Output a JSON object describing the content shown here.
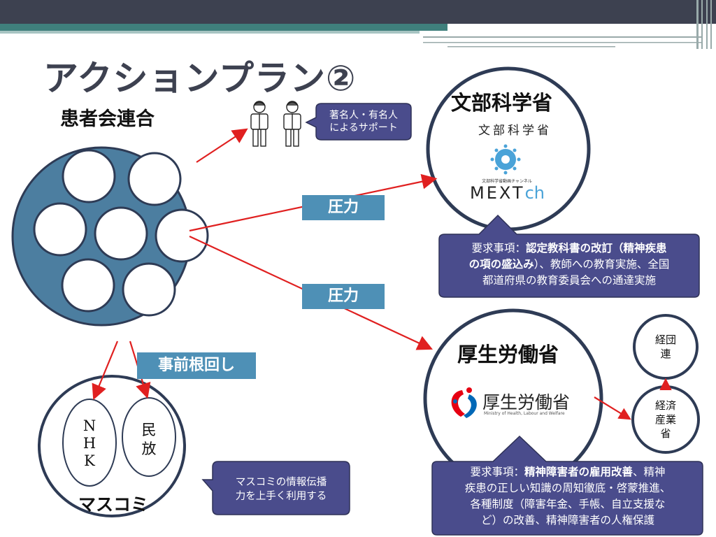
{
  "title": "アクションプラン②",
  "patient_federation": {
    "label": "患者会連合"
  },
  "celebrity_callout": {
    "line1": "著名人・有名人",
    "line2": "によるサポート"
  },
  "pressure_labels": [
    "圧力",
    "圧力"
  ],
  "nemawashi_label": "事前根回し",
  "mext": {
    "name": "文部科学省",
    "logo_text": "文部科学省",
    "logo_small": "文部科学省動画チャンネル",
    "channel": "MEXT",
    "channel_suffix": "ch",
    "request": {
      "line1_prefix": "要求事項：",
      "line1_bold": "認定教科書の改訂（精神疾患",
      "line2_bold": "の項の盛込み",
      "line2_rest": "）、教師への教育実施、全国",
      "line3": "都道府県の教育委員会への通達実施"
    }
  },
  "mhlw": {
    "name": "厚生労働省",
    "logo_text": "厚生労働省",
    "logo_sub": "Ministry of Health, Labour and Welfare",
    "request": {
      "line1_prefix": "要求事項：",
      "line1_bold": "精神障害者の雇用改善",
      "line1_rest": "、精神",
      "line2": "疾患の正しい知識の周知徹底・啓蒙推進、",
      "line3": "各種制度（障害年金、手帳、自立支援な",
      "line4": "ど）の改善、精神障害者の人権保護"
    }
  },
  "keidanren": {
    "line1": "経団",
    "line2": "連"
  },
  "meti": {
    "line1": "経済",
    "line2": "産業",
    "line3": "省"
  },
  "media": {
    "label": "マスコミ",
    "nhk": [
      "N",
      "H",
      "K"
    ],
    "minpo": [
      "民",
      "放"
    ],
    "callout": {
      "line1": "マスコミの情報伝播",
      "line2": "力を上手く利用する"
    }
  },
  "colors": {
    "circle_fill": "#4c7ea0",
    "circle_stroke": "#2e3b55",
    "callout_fill": "#4a4c8c",
    "tag_fill": "#4e90b6",
    "arrow": "#e02020",
    "header": "#3d4150"
  }
}
